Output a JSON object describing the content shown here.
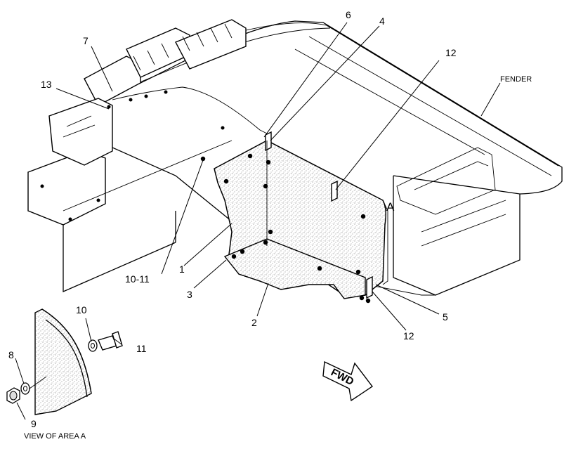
{
  "callouts": {
    "c6": "6",
    "c4": "4",
    "c7": "7",
    "c12_top": "12",
    "c13": "13",
    "fender": "FENDER",
    "a_mark": "A",
    "c1": "1",
    "c10_11": "10-11",
    "c3": "3",
    "c2": "2",
    "c5": "5",
    "c12_bottom": "12",
    "c10": "10",
    "c11": "11",
    "c8": "8",
    "c9": "9",
    "fwd": "FWD",
    "view_label": "VIEW OF AREA  A"
  }
}
